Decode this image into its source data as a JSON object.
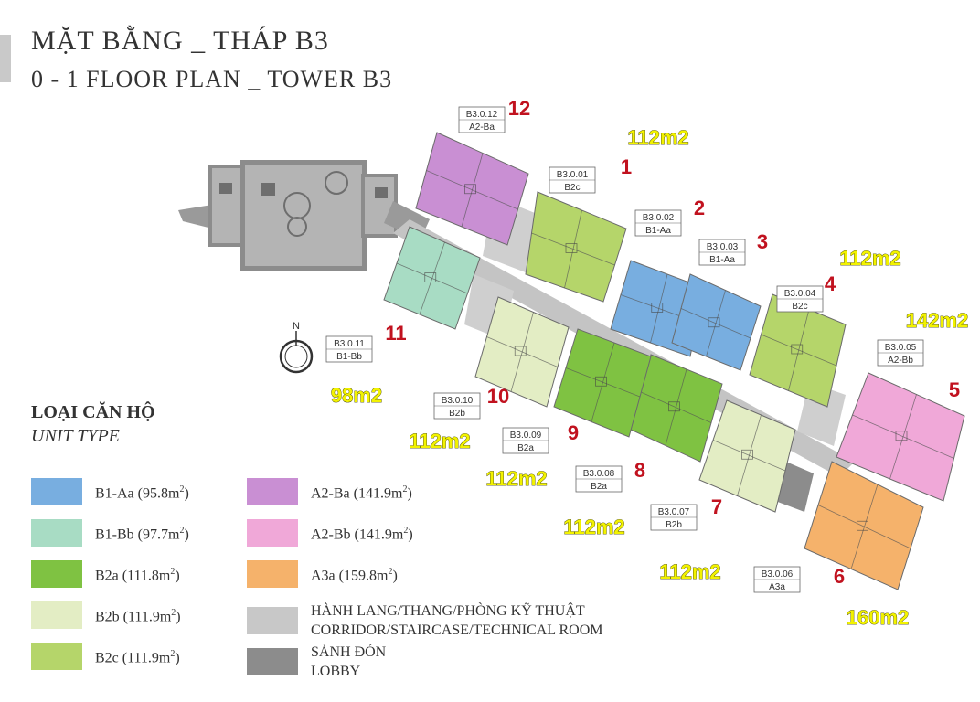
{
  "header": {
    "title": "MẶT BẰNG _ THÁP B3",
    "subtitle": "0 - 1 FLOOR PLAN _ TOWER B3"
  },
  "north": "N",
  "units": [
    {
      "num": "1",
      "code": "B3.0.01",
      "type": "B2c",
      "color": "#b5d56a"
    },
    {
      "num": "2",
      "code": "B3.0.02",
      "type": "B1-Aa",
      "color": "#78aee0"
    },
    {
      "num": "3",
      "code": "B3.0.03",
      "type": "B1-Aa",
      "color": "#78aee0"
    },
    {
      "num": "4",
      "code": "B3.0.04",
      "type": "B2c",
      "color": "#b5d56a"
    },
    {
      "num": "5",
      "code": "B3.0.05",
      "type": "A2-Bb",
      "color": "#f0a8d8"
    },
    {
      "num": "6",
      "code": "B3.0.06",
      "type": "A3a",
      "color": "#f5b26b"
    },
    {
      "num": "7",
      "code": "B3.0.07",
      "type": "B2b",
      "color": "#e3edc4"
    },
    {
      "num": "8",
      "code": "B3.0.08",
      "type": "B2a",
      "color": "#7fc242"
    },
    {
      "num": "9",
      "code": "B3.0.09",
      "type": "B2a",
      "color": "#7fc242"
    },
    {
      "num": "10",
      "code": "B3.0.10",
      "type": "B2b",
      "color": "#e3edc4"
    },
    {
      "num": "11",
      "code": "B3.0.11",
      "type": "B1-Bb",
      "color": "#a8dcc4"
    },
    {
      "num": "12",
      "code": "B3.0.12",
      "type": "A2-Ba",
      "color": "#c98fd3"
    }
  ],
  "areas": [
    "112m2",
    "112m2",
    "142m2",
    "160m2",
    "112m2",
    "112m2",
    "112m2",
    "112m2",
    "98m2"
  ],
  "legend": {
    "title": "LOẠI CĂN HỘ",
    "subtitle": "UNIT TYPE",
    "items": [
      {
        "label": "B1-Aa (95.8m",
        "sup": "2",
        "tail": ")",
        "color": "#78aee0"
      },
      {
        "label": "B1-Bb (97.7m",
        "sup": "2",
        "tail": ")",
        "color": "#a8dcc4"
      },
      {
        "label": "B2a (111.8m",
        "sup": "2",
        "tail": ")",
        "color": "#7fc242"
      },
      {
        "label": "B2b (111.9m",
        "sup": "2",
        "tail": ")",
        "color": "#e3edc4"
      },
      {
        "label": "B2c (111.9m",
        "sup": "2",
        "tail": ")",
        "color": "#b5d56a"
      },
      {
        "label": "A2-Ba (141.9m",
        "sup": "2",
        "tail": ")",
        "color": "#c98fd3"
      },
      {
        "label": "A2-Bb (141.9m",
        "sup": "2",
        "tail": ")",
        "color": "#f0a8d8"
      },
      {
        "label": "A3a (159.8m",
        "sup": "2",
        "tail": ")",
        "color": "#f5b26b"
      },
      {
        "label": "HÀNH LANG/THANG/PHÒNG KỸ THUẬT",
        "label2": "CORRIDOR/STAIRCASE/TECHNICAL ROOM",
        "color": "#c8c8c8"
      },
      {
        "label": "SẢNH ĐÓN",
        "label2": "LOBBY",
        "color": "#8c8c8c"
      }
    ]
  }
}
